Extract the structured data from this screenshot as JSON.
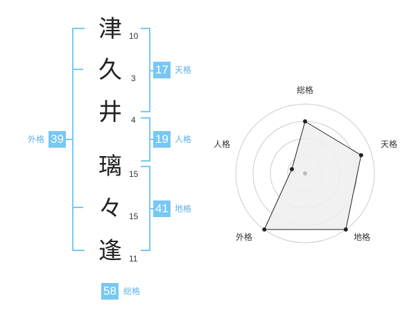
{
  "name": {
    "chars": [
      {
        "char": "津",
        "strokes": "10"
      },
      {
        "char": "久",
        "strokes": "3"
      },
      {
        "char": "井",
        "strokes": "4"
      },
      {
        "char": "璃",
        "strokes": "15"
      },
      {
        "char": "々",
        "strokes": "15"
      },
      {
        "char": "逢",
        "strokes": "11"
      }
    ]
  },
  "fortunes": {
    "tenkaku": {
      "value": "17",
      "label": "天格"
    },
    "jinkaku": {
      "value": "19",
      "label": "人格"
    },
    "chikaku": {
      "value": "41",
      "label": "地格"
    },
    "gaikaku": {
      "value": "39",
      "label": "外格"
    },
    "soukaku": {
      "value": "58",
      "label": "総格"
    }
  },
  "radar": {
    "axes": [
      "総格",
      "天格",
      "地格",
      "外格",
      "人格"
    ],
    "values": [
      0.75,
      0.85,
      1.0,
      1.0,
      0.2
    ],
    "max": 1.0,
    "rings": 4,
    "colors": {
      "fill": "#efefef",
      "line": "#222222",
      "grid": "#cccccc",
      "point": "#222222",
      "center": "#bbbbbb"
    }
  },
  "colors": {
    "accent": "#77c8f4"
  }
}
